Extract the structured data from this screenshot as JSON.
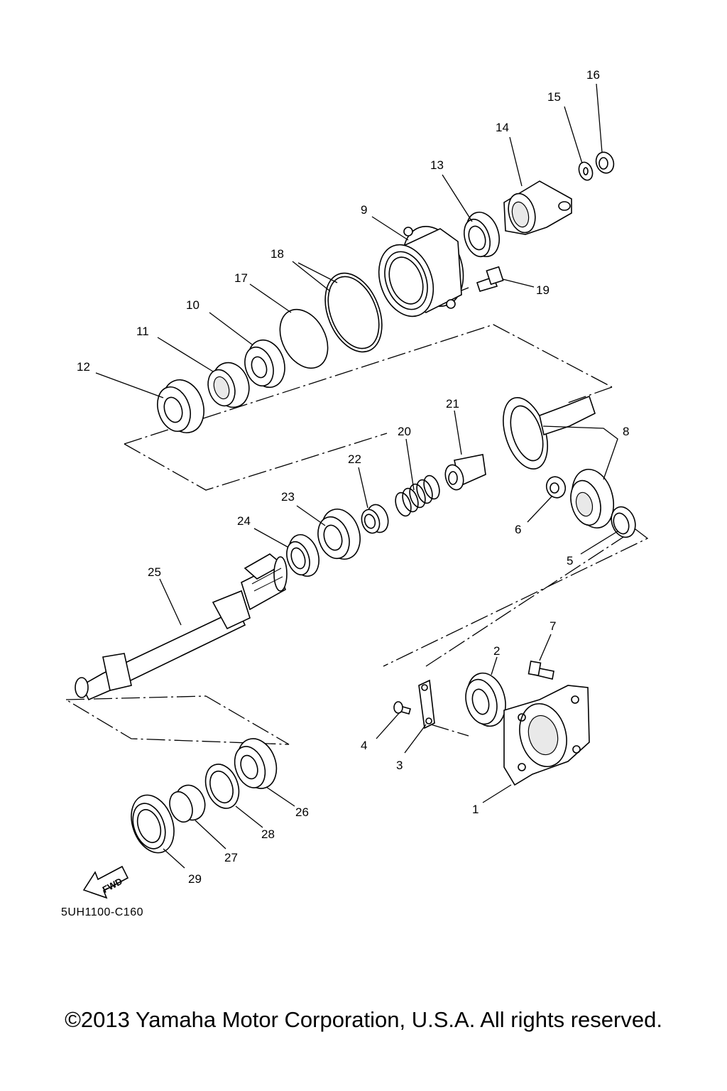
{
  "diagram": {
    "callouts": [
      {
        "id": "1",
        "text": "1"
      },
      {
        "id": "2",
        "text": "2"
      },
      {
        "id": "3",
        "text": "3"
      },
      {
        "id": "4",
        "text": "4"
      },
      {
        "id": "5",
        "text": "5"
      },
      {
        "id": "6",
        "text": "6"
      },
      {
        "id": "7",
        "text": "7"
      },
      {
        "id": "8",
        "text": "8"
      },
      {
        "id": "9",
        "text": "9"
      },
      {
        "id": "10",
        "text": "10"
      },
      {
        "id": "11",
        "text": "11"
      },
      {
        "id": "12",
        "text": "12"
      },
      {
        "id": "13",
        "text": "13"
      },
      {
        "id": "14",
        "text": "14"
      },
      {
        "id": "15",
        "text": "15"
      },
      {
        "id": "16",
        "text": "16"
      },
      {
        "id": "17",
        "text": "17"
      },
      {
        "id": "18",
        "text": "18"
      },
      {
        "id": "19",
        "text": "19"
      },
      {
        "id": "20",
        "text": "20"
      },
      {
        "id": "21",
        "text": "21"
      },
      {
        "id": "22",
        "text": "22"
      },
      {
        "id": "23",
        "text": "23"
      },
      {
        "id": "24",
        "text": "24"
      },
      {
        "id": "25",
        "text": "25"
      },
      {
        "id": "26",
        "text": "26"
      },
      {
        "id": "27",
        "text": "27"
      },
      {
        "id": "28",
        "text": "28"
      },
      {
        "id": "29",
        "text": "29"
      }
    ],
    "fwd_arrow": "FWD",
    "diagram_code": "5UH1100-C160"
  },
  "footer": {
    "copyright": "©2013 Yamaha Motor Corporation, U.S.A. All rights reserved."
  }
}
